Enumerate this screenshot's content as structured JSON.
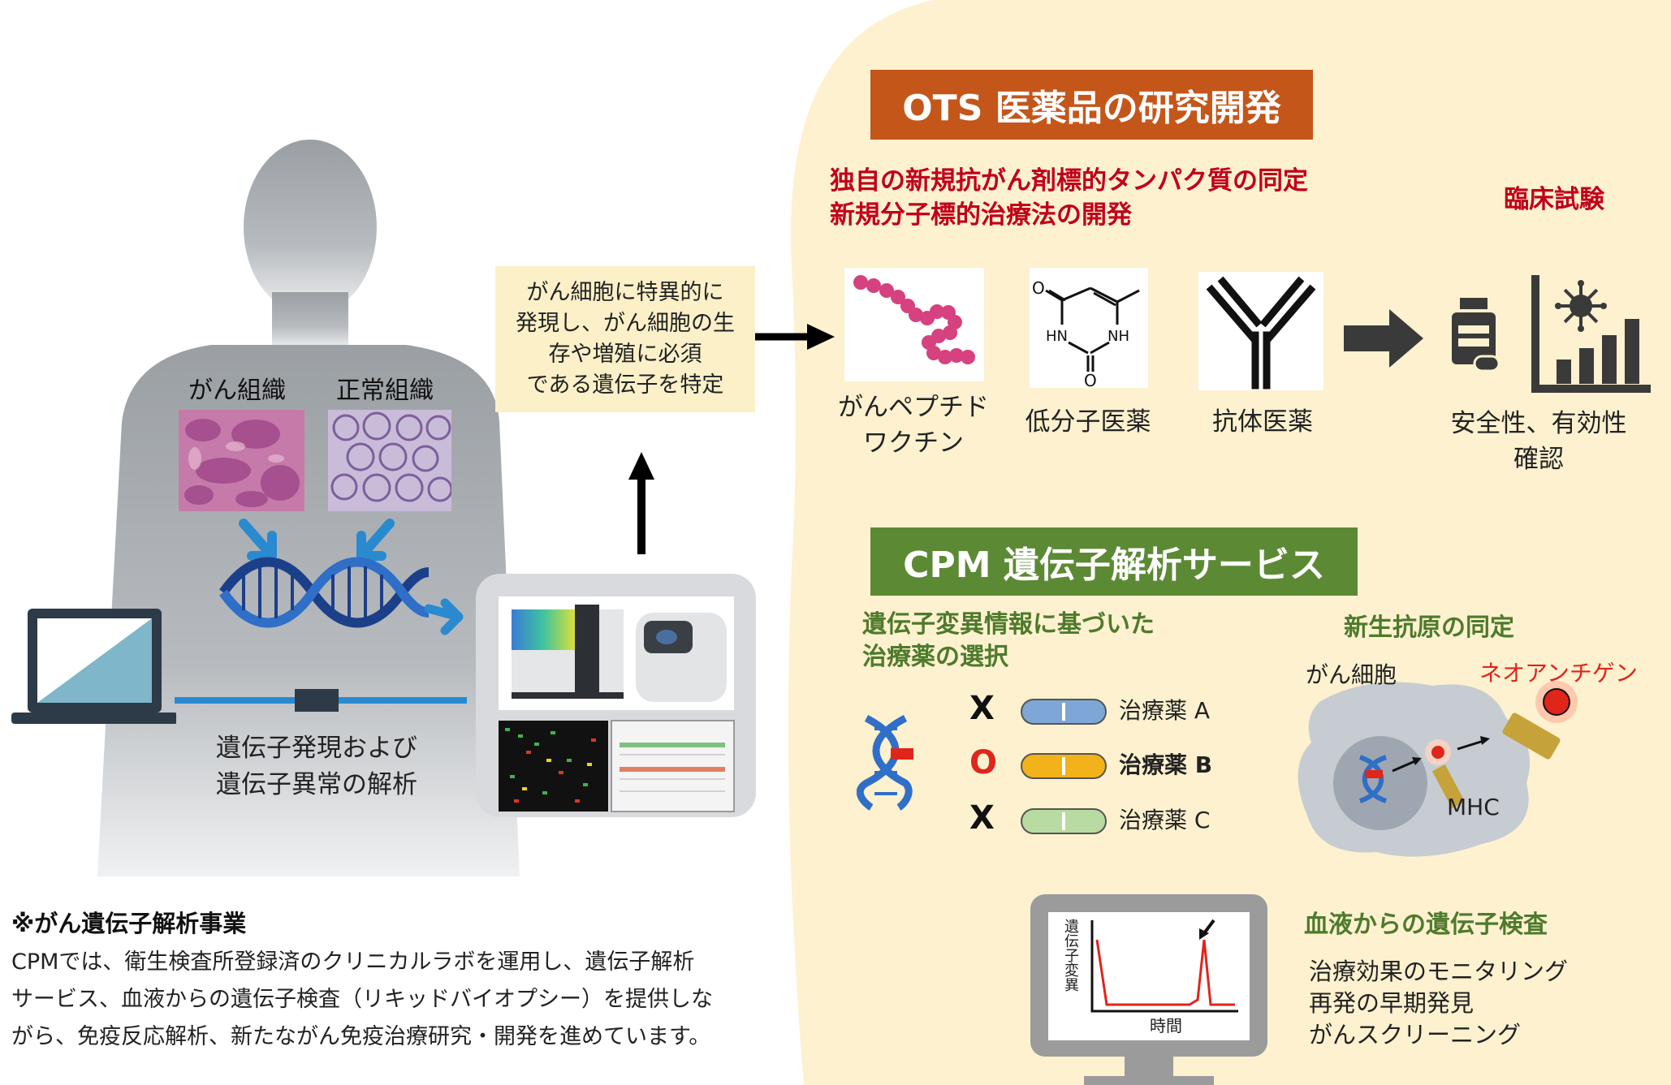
{
  "ots": {
    "banner": "OTS 医薬品の研究開発",
    "heading_line1": "独自の新規抗がん剤標的タンパク質の同定",
    "heading_line2": "新規分子標的治療法の開発",
    "clinical_trial": "臨床試験",
    "products": [
      {
        "label": "がんペプチド\nワクチン"
      },
      {
        "label": "低分子医薬"
      },
      {
        "label": "抗体医薬"
      }
    ],
    "molecule_labels": {
      "o_top": "O",
      "hn": "HN",
      "nh": "NH",
      "o_bottom": "O"
    },
    "safety_label": "安全性、有効性\n確認"
  },
  "gene_box": "がん細胞に特異的に\n発現し、がん細胞の生\n存や増殖に必須\nである遺伝子を特定",
  "tissue": {
    "cancer": "がん組織",
    "normal": "正常組織"
  },
  "analysis_label": "遺伝子発現および\n遺伝子異常の解析",
  "cpm": {
    "banner": "CPM 遺伝子解析サービス",
    "selection_heading": "遺伝子変異情報に基づいた\n治療薬の選択",
    "drugs": [
      {
        "mark": "X",
        "name": "治療薬 A",
        "color": "#7ea6d6",
        "mark_color": "#111111",
        "bold": false
      },
      {
        "mark": "O",
        "name": "治療薬 B",
        "color": "#f2b21a",
        "mark_color": "#e0251b",
        "bold": true
      },
      {
        "mark": "X",
        "name": "治療薬 C",
        "color": "#b7dba0",
        "mark_color": "#111111",
        "bold": false
      }
    ],
    "neoantigen_heading": "新生抗原の同定",
    "cancer_cell": "がん細胞",
    "neoantigen": "ネオアンチゲン",
    "mhc": "MHC",
    "blood_heading": "血液からの遺伝子検査",
    "blood_items": [
      "治療効果のモニタリング",
      "再発の早期発見",
      "がんスクリーニング"
    ],
    "monitor_ylabel": "遺伝子変異",
    "monitor_xlabel": "時間"
  },
  "footer": {
    "title": "※がん遺伝子解析事業",
    "body": "CPMでは、衛生検査所登録済のクリニカルラボを運用し、遺伝子解析\nサービス、血液からの遺伝子検査（リキッドバイオプシー）を提供しな\nがら、免疫反応解析、新たながん免疫治療研究・開発を進めています。"
  },
  "colors": {
    "ots_orange": "#c4561a",
    "cpm_green": "#5c8a34",
    "cream": "#fdf1cf",
    "red_text": "#c0001a",
    "arrow_blue": "#2a8ad0"
  }
}
